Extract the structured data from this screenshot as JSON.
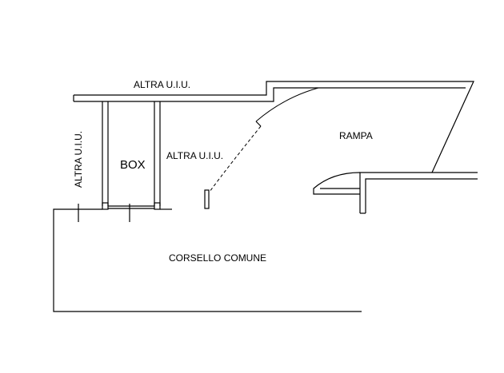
{
  "plan": {
    "labels": {
      "altra_top": "ALTRA U.I.U.",
      "altra_left": "ALTRA U.I.U.",
      "altra_middle": "ALTRA U.I.U.",
      "box": "BOX",
      "rampa": "RAMPA",
      "corsello": "CORSELLO COMUNE"
    }
  }
}
